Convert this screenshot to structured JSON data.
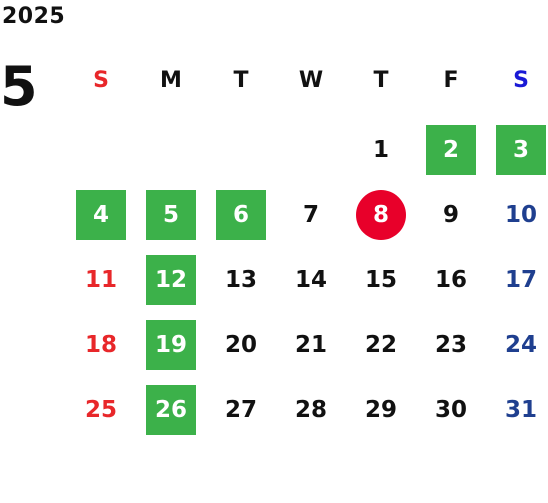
{
  "calendar": {
    "year": "2025",
    "month": "5",
    "weekdays": [
      "S",
      "M",
      "T",
      "W",
      "T",
      "F",
      "S"
    ],
    "days": [
      {
        "label": "1",
        "kind": "weekday"
      },
      {
        "label": "2",
        "kind": "holiday"
      },
      {
        "label": "3",
        "kind": "holiday"
      },
      {
        "label": "4",
        "kind": "holiday"
      },
      {
        "label": "5",
        "kind": "holiday"
      },
      {
        "label": "6",
        "kind": "holiday"
      },
      {
        "label": "7",
        "kind": "weekday"
      },
      {
        "label": "8",
        "kind": "today"
      },
      {
        "label": "9",
        "kind": "weekday"
      },
      {
        "label": "10",
        "kind": "saturday"
      },
      {
        "label": "11",
        "kind": "sunday"
      },
      {
        "label": "12",
        "kind": "holiday"
      },
      {
        "label": "13",
        "kind": "weekday"
      },
      {
        "label": "14",
        "kind": "weekday"
      },
      {
        "label": "15",
        "kind": "weekday"
      },
      {
        "label": "16",
        "kind": "weekday"
      },
      {
        "label": "17",
        "kind": "saturday"
      },
      {
        "label": "18",
        "kind": "sunday"
      },
      {
        "label": "19",
        "kind": "holiday"
      },
      {
        "label": "20",
        "kind": "weekday"
      },
      {
        "label": "21",
        "kind": "weekday"
      },
      {
        "label": "22",
        "kind": "weekday"
      },
      {
        "label": "23",
        "kind": "weekday"
      },
      {
        "label": "24",
        "kind": "saturday"
      },
      {
        "label": "25",
        "kind": "sunday"
      },
      {
        "label": "26",
        "kind": "holiday"
      },
      {
        "label": "27",
        "kind": "weekday"
      },
      {
        "label": "28",
        "kind": "weekday"
      },
      {
        "label": "29",
        "kind": "weekday"
      },
      {
        "label": "30",
        "kind": "weekday"
      },
      {
        "label": "31",
        "kind": "saturday"
      }
    ],
    "colors": {
      "text": "#111111",
      "sunday": "#e8272a",
      "saturday_header": "#1a1ad6",
      "saturday": "#1f3f8f",
      "holiday_bg": "#3cb14a",
      "today_bg": "#e8002a",
      "highlight_text": "#ffffff"
    }
  }
}
